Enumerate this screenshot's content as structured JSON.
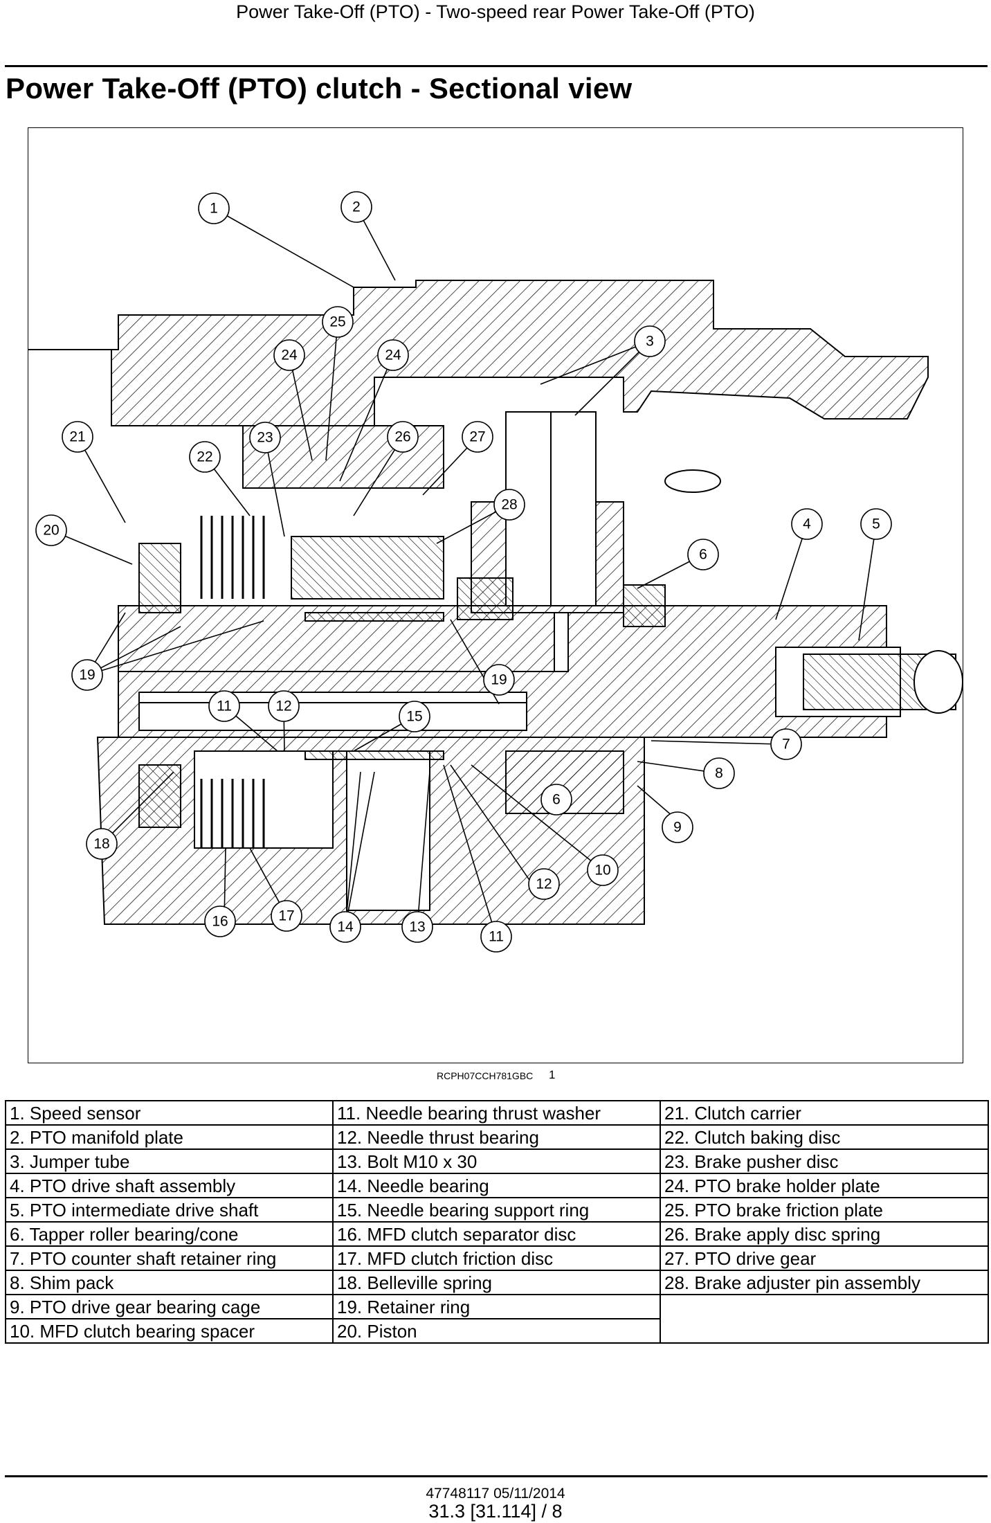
{
  "header": {
    "running_title": "Power Take-Off (PTO) - Two-speed rear Power Take-Off (PTO)"
  },
  "page_title": "Power Take-Off (PTO) clutch - Sectional view",
  "figure": {
    "code": "RCPH07CCH781GBC",
    "number": "1",
    "callouts": [
      "1",
      "2",
      "3",
      "4",
      "5",
      "6",
      "6",
      "7",
      "8",
      "9",
      "10",
      "11",
      "11",
      "12",
      "12",
      "13",
      "14",
      "15",
      "16",
      "17",
      "18",
      "19",
      "19",
      "20",
      "21",
      "22",
      "23",
      "24",
      "24",
      "25",
      "26",
      "27",
      "28"
    ]
  },
  "legend": {
    "col1": [
      "1. Speed sensor",
      "2. PTO manifold plate",
      "3. Jumper tube",
      "4. PTO drive shaft assembly",
      "5. PTO intermediate drive shaft",
      "6. Tapper roller bearing/cone",
      "7. PTO counter shaft retainer ring",
      "8. Shim pack",
      "9. PTO drive gear bearing cage",
      "10. MFD clutch bearing spacer"
    ],
    "col2": [
      "11. Needle bearing thrust washer",
      "12. Needle thrust bearing",
      "13. Bolt M10 x 30",
      "14. Needle bearing",
      "15. Needle bearing support ring",
      "16. MFD clutch separator disc",
      "17. MFD clutch friction disc",
      "18. Belleville spring",
      "19. Retainer ring",
      "20. Piston"
    ],
    "col3": [
      "21. Clutch carrier",
      "22. Clutch baking disc",
      "23. Brake pusher disc",
      "24. PTO brake holder plate",
      "25. PTO brake friction plate",
      "26. Brake apply disc spring",
      "27. PTO drive gear",
      "28. Brake adjuster pin assembly",
      "",
      ""
    ]
  },
  "footer": {
    "doc_code": "47748117 05/11/2014",
    "page_ref": "31.3 [31.114] / 8"
  }
}
